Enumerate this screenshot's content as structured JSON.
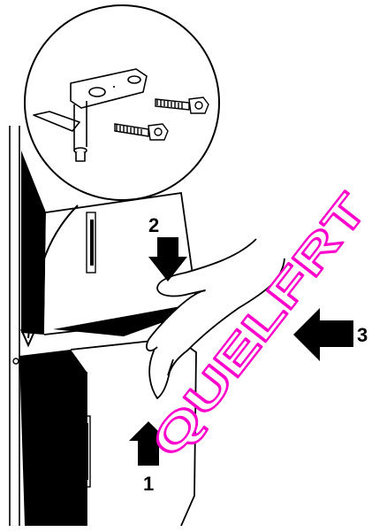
{
  "steps": {
    "step1": "1",
    "step2": "2",
    "step3": "3"
  },
  "watermark": {
    "text": "QUELFRT",
    "color": "#ff00cc"
  },
  "colors": {
    "line": "#000000",
    "watermark": "#ff00cc"
  }
}
